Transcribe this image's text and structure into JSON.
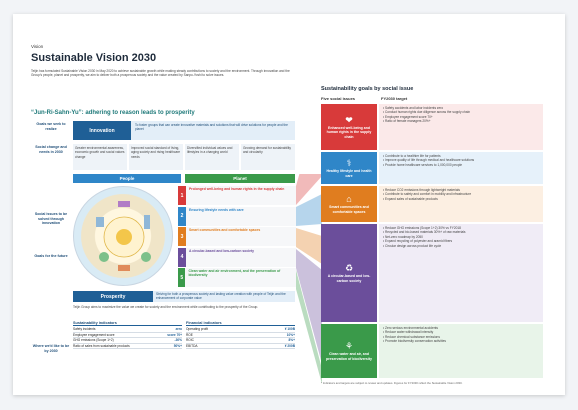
{
  "header": {
    "section": "Vision",
    "title": "Sustainable Vision 2030",
    "intro": "Teijin has formulated Sustainable Vision 2030 in May 2020 to achieve sustainable growth while making steady contributions to society and the environment. Through innovation and the Group's people, planet and prosperity, we aim to deliver both a prosperous society and the value created by Sanpo-Yoshi to solve issues."
  },
  "slogan": "“Jun-Ri-Sahn-Yu”: adhering to reason leads to prosperity",
  "row_labels": {
    "innovation": "Goals we seek to realize",
    "social_change": "Social change and needs in 2030",
    "issues": "Social issues to be solved through innovation",
    "goals": "Goals for the future",
    "kpi": "Where we'd like to be by 2030"
  },
  "innovation": {
    "label": "Innovation",
    "desc": "To foster groups that can create innovative materials and solutions that will drive solutions for people and the planet"
  },
  "social_cols": [
    "Greater environmental awareness, economic growth and social values change",
    "Improved social standard of living, aging society and rising healthcare needs",
    "Diversified individual values and lifestyles in a changing world",
    "Growing demand for sustainability and circularity"
  ],
  "people_label": "People",
  "planet_label": "Planet",
  "goals": [
    {
      "num": "1",
      "text": "Prolonged well-being and human rights in the supply chain",
      "color": "#d83a3a"
    },
    {
      "num": "2",
      "text": "Ensuring lifestyle needs with care",
      "color": "#2f86c8"
    },
    {
      "num": "3",
      "text": "Smart communities and comfortable spaces",
      "color": "#e07d1f"
    },
    {
      "num": "4",
      "text": "A circular-based and low-carbon society",
      "color": "#6b4e9b"
    },
    {
      "num": "5",
      "text": "Clean water and air environment, and the preservation of biodiversity",
      "color": "#3a9a4a"
    }
  ],
  "prosperity": {
    "label": "Prosperity",
    "desc": "Striving for both a prosperous society and lasting value creation with people of Teijin and the enhancement of corporate value"
  },
  "kpi_note": "Teijin Group aims to maximize the value we create for society and the environment while contributing to the prosperity of the Group.",
  "kpi_left": {
    "title": "Sustainability indicators",
    "rows": [
      {
        "label": "Safety incidents",
        "value": "zero"
      },
      {
        "label": "Employee engagement score",
        "value": "score 70+"
      },
      {
        "label": "GHG emissions (Scope 1+2)",
        "value": "-30%"
      },
      {
        "label": "Ratio of sales from sustainable products",
        "value": "50%+"
      }
    ]
  },
  "kpi_right": {
    "title": "Financial indicators",
    "rows": [
      {
        "label": "Operating profit",
        "value": "¥ 100B"
      },
      {
        "label": "ROE",
        "value": "10%+"
      },
      {
        "label": "ROIC",
        "value": "8%+"
      },
      {
        "label": "EBITDA",
        "value": "¥ 200B"
      }
    ]
  },
  "right": {
    "title": "Sustainability goals by social issue",
    "col1": "Five social issues",
    "col2": "FY2030 target",
    "issues": [
      {
        "icon": "handshake-icon",
        "glyph": "❤",
        "text": "Enhanced well-being and human rights in the supply chain",
        "color": "#d83a3a",
        "bg": "#fbe9e9",
        "target": "• Safety accidents and labor incidents zero\n• Conduct human rights due diligence across the supply chain\n• Employee engagement score 70+\n• Ratio of female managers 20%+"
      },
      {
        "icon": "heart-icon",
        "glyph": "⚕",
        "text": "Healthy lifestyle and health care",
        "color": "#2f86c8",
        "bg": "#e6f1fa",
        "target": "• Contribute to a healthier life for patients\n• Improve quality of life through medical and healthcare solutions\n• Provide home healthcare services to 1,000,000 people"
      },
      {
        "icon": "building-icon",
        "glyph": "⌂",
        "text": "Smart communities and comfortable spaces",
        "color": "#e07d1f",
        "bg": "#fcefe2",
        "target": "• Reduce CO2 emissions through lightweight materials\n• Contribute to safety and comfort in mobility and infrastructure\n• Expand sales of sustainable products"
      },
      {
        "icon": "recycle-icon",
        "glyph": "♻",
        "text": "A circular-based and low-carbon society",
        "color": "#6b4e9b",
        "bg": "#f0ecf6",
        "target": "• Reduce GHG emissions (Scope 1+2) 30% vs FY2018\n• Recycled and bio-based materials 30%+ of raw materials\n• Net-zero roadmap by 2050\n• Expand recycling of polyester and aramid fibers\n• Circular design across product life cycle"
      },
      {
        "icon": "leaf-icon",
        "glyph": "⚘",
        "text": "Clean water and air, and preservation of biodiversity",
        "color": "#3a9a4a",
        "bg": "#e8f4e9",
        "target": "• Zero serious environmental accidents\n• Reduce water withdrawal intensity\n• Reduce chemical substance emissions\n• Promote biodiversity conservation activities"
      }
    ]
  },
  "footnote": "* Indicators and targets are subject to review and updates. Figures for FY2030 reflect the Sustainable Vision 2030."
}
